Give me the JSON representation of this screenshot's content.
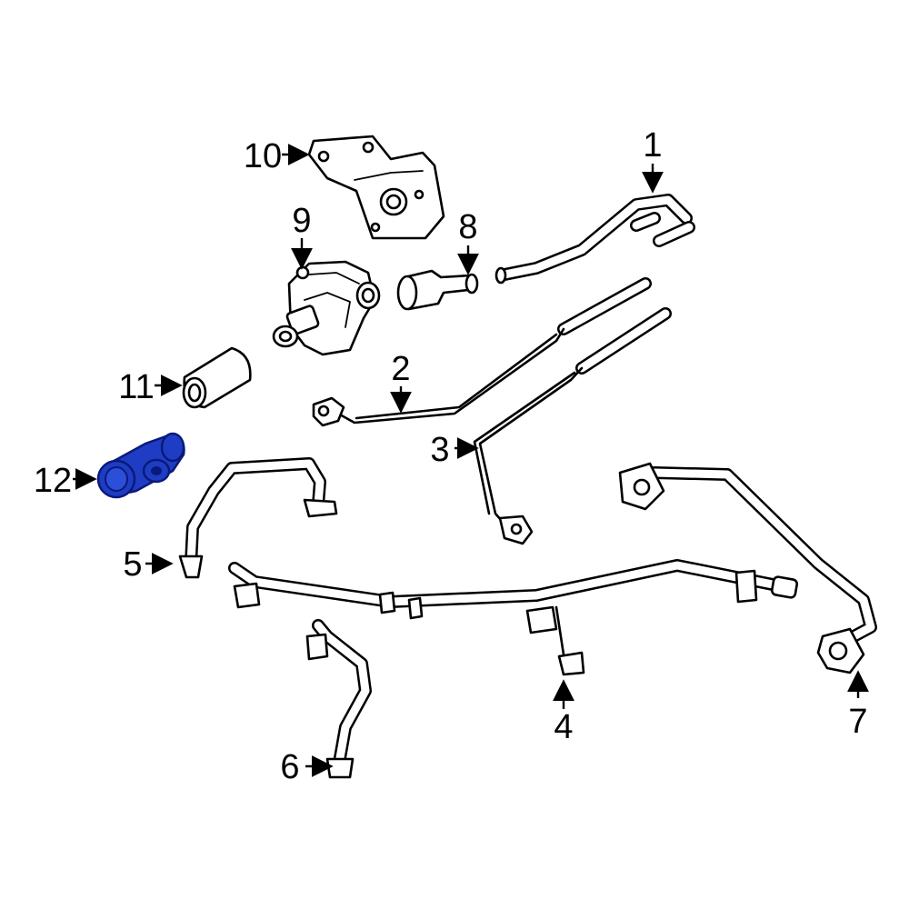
{
  "callouts": [
    {
      "id": "1",
      "label": "1"
    },
    {
      "id": "2",
      "label": "2"
    },
    {
      "id": "3",
      "label": "3"
    },
    {
      "id": "4",
      "label": "4"
    },
    {
      "id": "5",
      "label": "5"
    },
    {
      "id": "6",
      "label": "6"
    },
    {
      "id": "7",
      "label": "7"
    },
    {
      "id": "8",
      "label": "8"
    },
    {
      "id": "9",
      "label": "9"
    },
    {
      "id": "10",
      "label": "10"
    },
    {
      "id": "11",
      "label": "11"
    },
    {
      "id": "12",
      "label": "12"
    }
  ],
  "colors": {
    "highlight_fill": "#1f3cc4",
    "highlight_dark": "#0a1a7a",
    "line": "#000000",
    "background": "#ffffff"
  },
  "highlighted_part": "12"
}
